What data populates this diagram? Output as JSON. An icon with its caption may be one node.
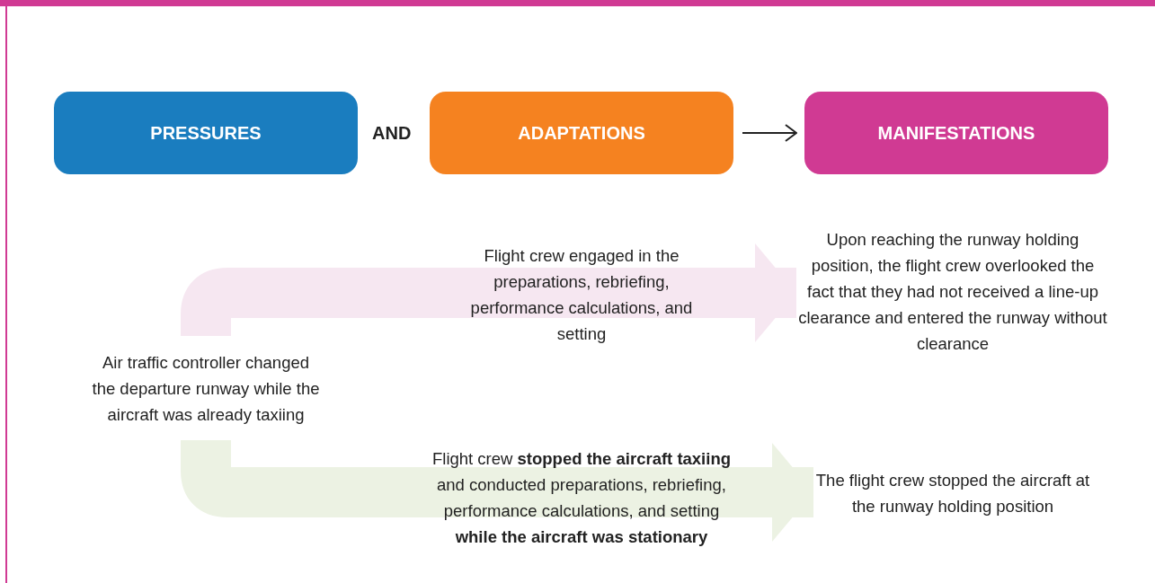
{
  "diagram": {
    "nodes": [
      {
        "text": [
          "PRESSURES"
        ]
      },
      {
        "text": [
          "ADAPTATIONS"
        ]
      },
      {
        "text": [
          "MANIFESTATIONS"
        ]
      },
      {
        "text": [
          "Air traffic controller changed the departure runway while the aircraft was already taxiing"
        ]
      },
      {
        "text": [
          "Flight crew engaged in the preparations, rebriefing, performance calculations, and setting"
        ]
      },
      {
        "text": [
          "Upon reaching the runway holding position, the flight crew overlooked the fact that they had not received a line-up clearance and entered the runway without clearance"
        ]
      },
      {
        "text": [
          "Flight crew **stopped the aircraft taxiing** and conducted preparations, rebriefing, performance calculations, and setting **while the aircraft was stationary**"
        ]
      },
      {
        "text": [
          "The flight crew stopped the aircraft at the runway holding position"
        ]
      }
    ],
    "edges": [
      {
        "from": 1,
        "to": 2,
        "arrow": "to"
      },
      {
        "from": 3,
        "to": 5,
        "arrow": "to",
        "color": "#f6e7f1"
      },
      {
        "from": 3,
        "to": 7,
        "arrow": "to",
        "color": "#ecf2e3"
      }
    ],
    "labels": [
      "AND"
    ]
  }
}
